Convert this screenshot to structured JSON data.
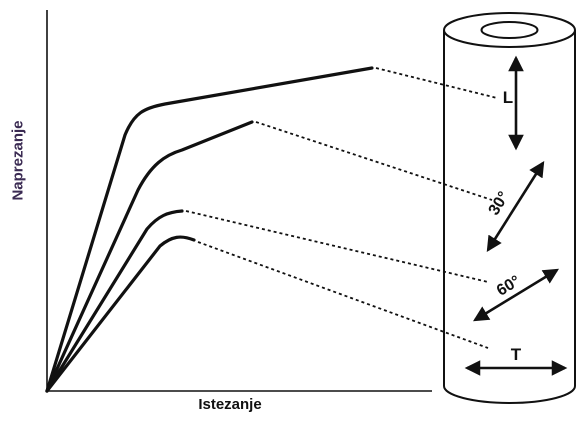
{
  "axes": {
    "y_label": "Naprezanje",
    "x_label": "Istezanje"
  },
  "orientations": {
    "longitudinal": "L",
    "deg30": "30°",
    "deg60": "60°",
    "transverse": "T"
  },
  "colors": {
    "stroke": "#111111",
    "y_label": "#3a2a52"
  }
}
